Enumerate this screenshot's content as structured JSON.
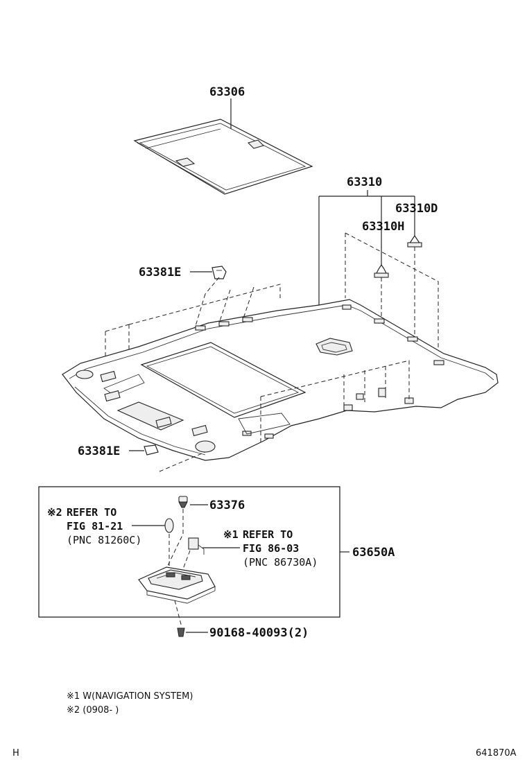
{
  "parts": {
    "sunshade": "63306",
    "headliner": "63310",
    "clip_d": "63310D",
    "clip_h": "63310H",
    "clip_e_top": "63381E",
    "clip_e_bottom": "63381E",
    "lamp_clip": "63376",
    "map_lamp": "63650A",
    "screw": "90168-40093(2)"
  },
  "refs": {
    "ref2_mark": "※2",
    "ref2_line1": "REFER TO",
    "ref2_line2": "FIG 81-21",
    "ref2_line3": "(PNC 81260C)",
    "ref1_mark": "※1",
    "ref1_line1": "REFER TO",
    "ref1_line2": "FIG 86-03",
    "ref1_line3": "(PNC 86730A)"
  },
  "notes": {
    "note1": "※1  W(NAVIGATION SYSTEM)",
    "note2": "※2  (0908-     )"
  },
  "footer": {
    "left": "H",
    "right": "641870A"
  }
}
